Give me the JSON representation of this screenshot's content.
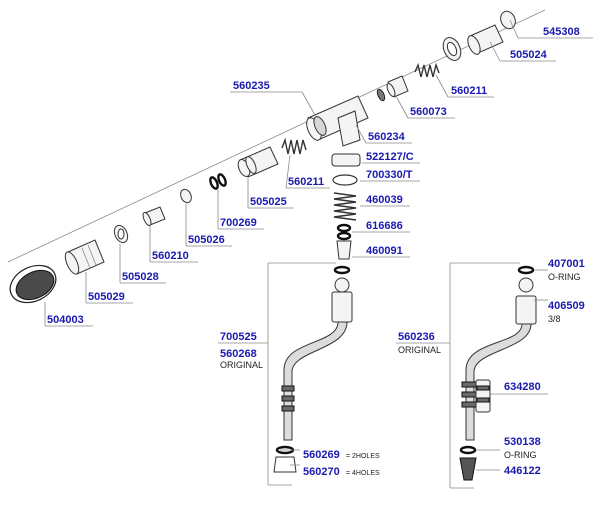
{
  "colors": {
    "label": "#1a1ab0",
    "line": "#8a8a8a",
    "ink": "#333333"
  },
  "parts": {
    "p545308": "545308",
    "p505024": "505024",
    "p560211a": "560211",
    "p560235": "560235",
    "p560073": "560073",
    "p560234": "560234",
    "p522127": "522127/C",
    "p560211b": "560211",
    "p700330": "700330/T",
    "p505025": "505025",
    "p460039": "460039",
    "p700269": "700269",
    "p616686": "616686",
    "p505026": "505026",
    "p460091": "460091",
    "p560210": "560210",
    "p505028": "505028",
    "p505029": "505029",
    "p504003": "504003",
    "p700525": "700525",
    "p560268": "560268",
    "p560269": "560269",
    "p560270": "560270",
    "p407001": "407001",
    "p406509": "406509",
    "p560236": "560236",
    "p634280": "634280",
    "p530138": "530138",
    "p446122": "446122"
  },
  "notes": {
    "original_left": "ORIGINAL",
    "original_right": "ORIGINAL",
    "two_holes": "= 2HOLES",
    "four_holes": "= 4HOLES",
    "oring_top": "O-RING",
    "thread_size": "3/8",
    "oring_bottom": "O-RING"
  }
}
